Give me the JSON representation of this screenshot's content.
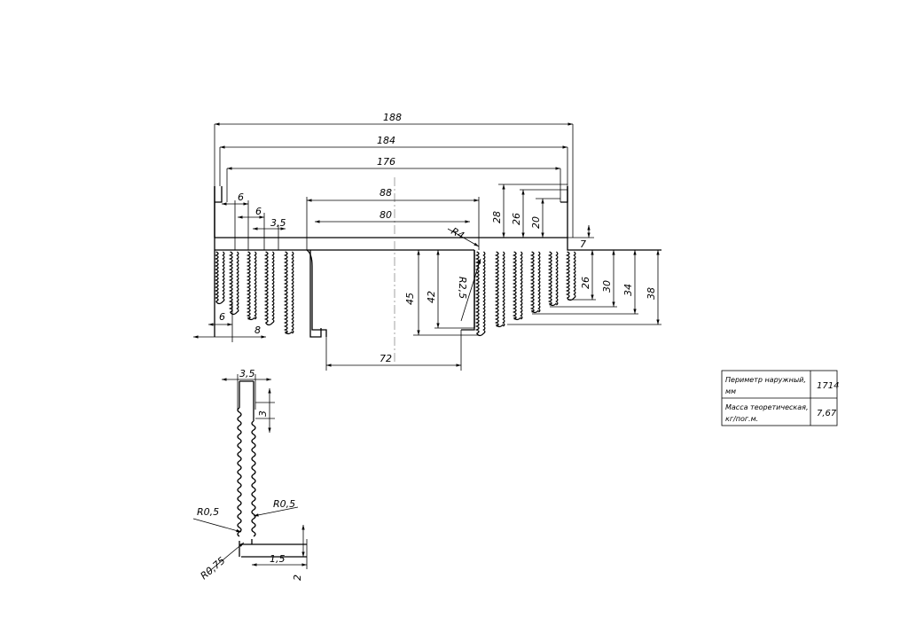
{
  "dimensions": {
    "top_188": "188",
    "top_184": "184",
    "top_176": "176",
    "inner_88": "88",
    "inner_80": "80",
    "bottom_72": "72",
    "fin_gap_6a": "6",
    "fin_gap_6b": "6",
    "fin_gap_3_5": "3,5",
    "left_6": "6",
    "left_8": "8",
    "h_28": "28",
    "h_26_top": "26",
    "h_20": "20",
    "h_7": "7",
    "h_45": "45",
    "h_42": "42",
    "h_26": "26",
    "h_30": "30",
    "h_34": "34",
    "h_38": "38",
    "radius_r4": "R4",
    "radius_r2_5": "R2,5"
  },
  "detail": {
    "width_3_5": "3,5",
    "height_3": "3",
    "r0_5_left": "R0,5",
    "r0_5_right": "R0,5",
    "r0_75": "R0,75",
    "base_1_5": "1,5",
    "base_2": "2"
  },
  "title_block": {
    "perimeter_label_1": "Периметр наружный,",
    "perimeter_label_2": "мм",
    "perimeter_value": "1714",
    "mass_label_1": "Масса теоретическая,",
    "mass_label_2": "кг/пог.м.",
    "mass_value": "7,67"
  }
}
